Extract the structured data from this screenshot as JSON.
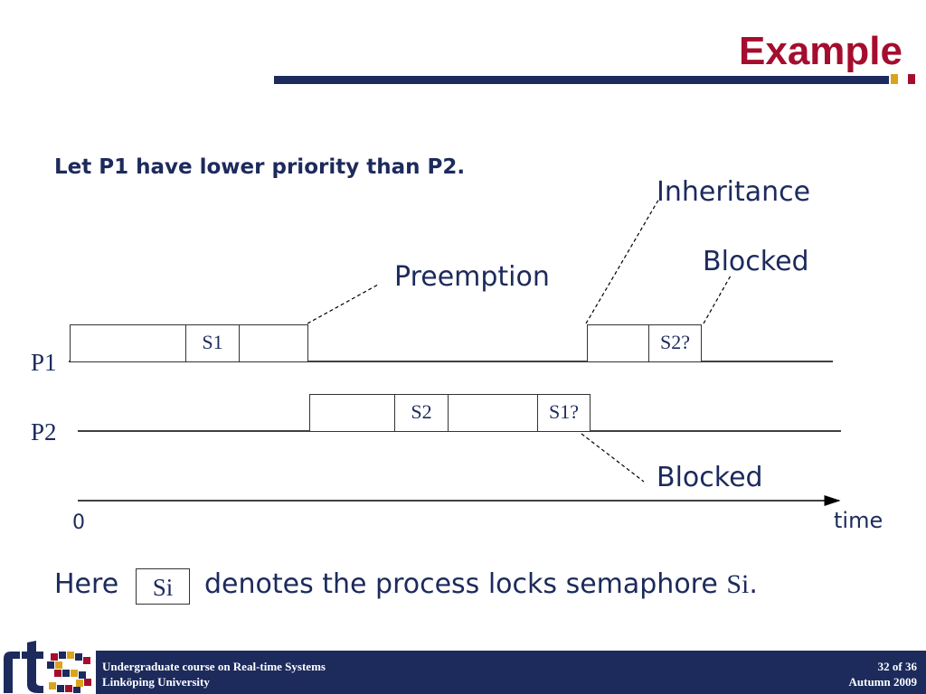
{
  "slide": {
    "title": "Example",
    "subtitle": "Let P1 have lower priority than P2."
  },
  "diagram": {
    "process_labels": [
      "P1",
      "P2"
    ],
    "p1_segments": [
      "",
      "S1",
      "",
      "",
      "S2?"
    ],
    "p2_segments": [
      "",
      "S2",
      "",
      "S1?"
    ],
    "annotations": {
      "preemption": "Preemption",
      "inheritance": "Inheritance",
      "blocked_p1": "Blocked",
      "blocked_p2": "Blocked"
    },
    "axis": {
      "origin": "0",
      "label": "time"
    }
  },
  "legend": {
    "prefix": "Here",
    "box_text": "Si",
    "middle": "denotes the process locks semaphore",
    "semaphore": "Si",
    "suffix": "."
  },
  "footer": {
    "course": "Undergraduate course on Real-time  Systems",
    "university": "Linköping University",
    "page": "32 of 36",
    "term": "Autumn  2009"
  },
  "colors": {
    "title": "#a50d2e",
    "navy": "#1c2a5c",
    "accent_gold": "#d9a51f"
  }
}
